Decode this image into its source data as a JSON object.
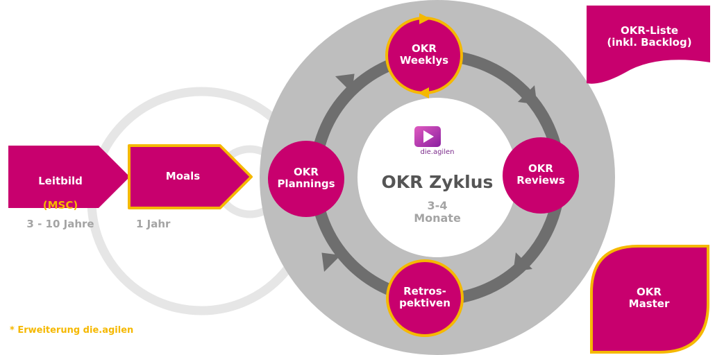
{
  "colors": {
    "primary": "#C8006E",
    "accent": "#F5B800",
    "ring": "#BEBEBE",
    "arrow": "#6E6E6E",
    "muted": "#A4A4A4"
  },
  "leitbild": {
    "label": "Leitbild",
    "highlight": "(MSC)",
    "duration": "3 - 10 Jahre"
  },
  "moals": {
    "label": "Moals",
    "duration": "1 Jahr"
  },
  "cycle": {
    "logo_text": "die.agilen",
    "title": "OKR Zyklus",
    "duration": "3-4\nMonate",
    "nodes": {
      "weeklys": "OKR\nWeeklys",
      "reviews": "OKR\nReviews",
      "retros": "Retros-\npektiven",
      "plannings": "OKR\nPlannings"
    }
  },
  "okr_liste": {
    "label": "OKR-Liste\n(inkl. Backlog)"
  },
  "okr_master": {
    "label": "OKR\nMaster"
  },
  "footnote": "* Erweiterung die.agilen"
}
